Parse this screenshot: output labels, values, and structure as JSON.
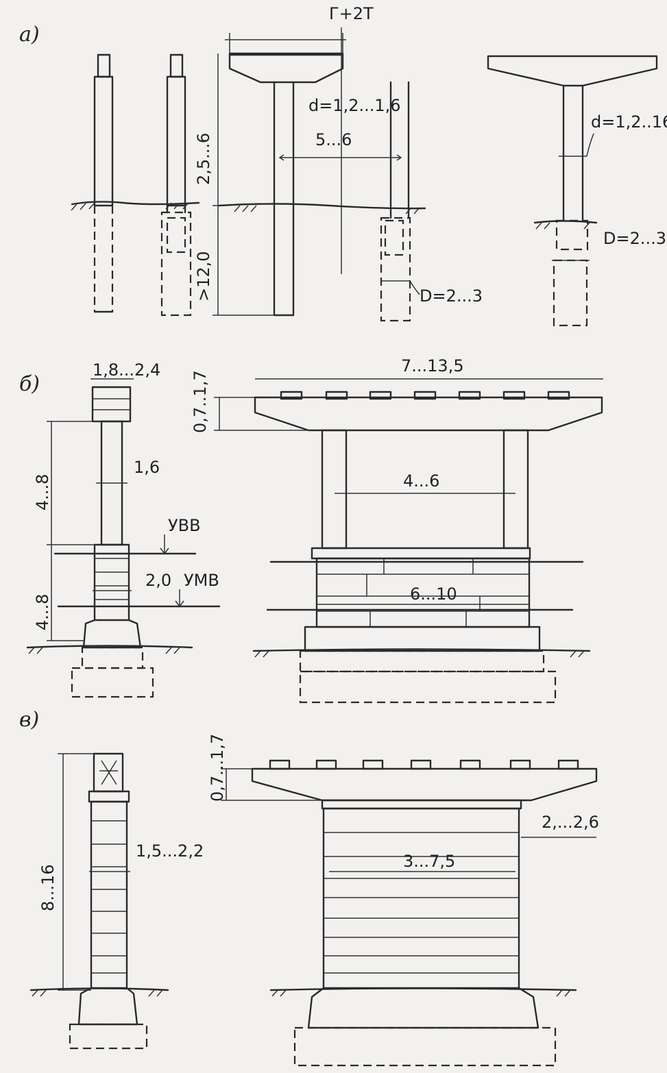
{
  "panel_a": {
    "label": "а)",
    "cap_width": "Г+2Т",
    "column_diameter": "d=1,2...1,6",
    "column_spacing": "5...6",
    "height_above": "2,5...6",
    "depth_below": ">12,0",
    "shell_diameter": "D=2...3",
    "single_column_diameter": "d=1,2..16",
    "single_shell_diameter": "D=2...3"
  },
  "panel_b": {
    "label": "б)",
    "top_width": "1,8...2,4",
    "column_height": "4...8",
    "column_diameter": "1,6",
    "high_water_label": "УВВ",
    "low_water_label": "УМВ",
    "base_width": "2,0",
    "base_height": "4...8",
    "cap_width": "7...13,5",
    "cap_depth": "0,7..1,7",
    "column_spacing": "4...6",
    "base_length": "6...10"
  },
  "panel_c": {
    "label": "в)",
    "height": "8...16",
    "width": "1,5...2,2",
    "cap_depth": "0,7...1,7",
    "side_offset": "2,...2,6",
    "wall_length": "3...7,5"
  }
}
